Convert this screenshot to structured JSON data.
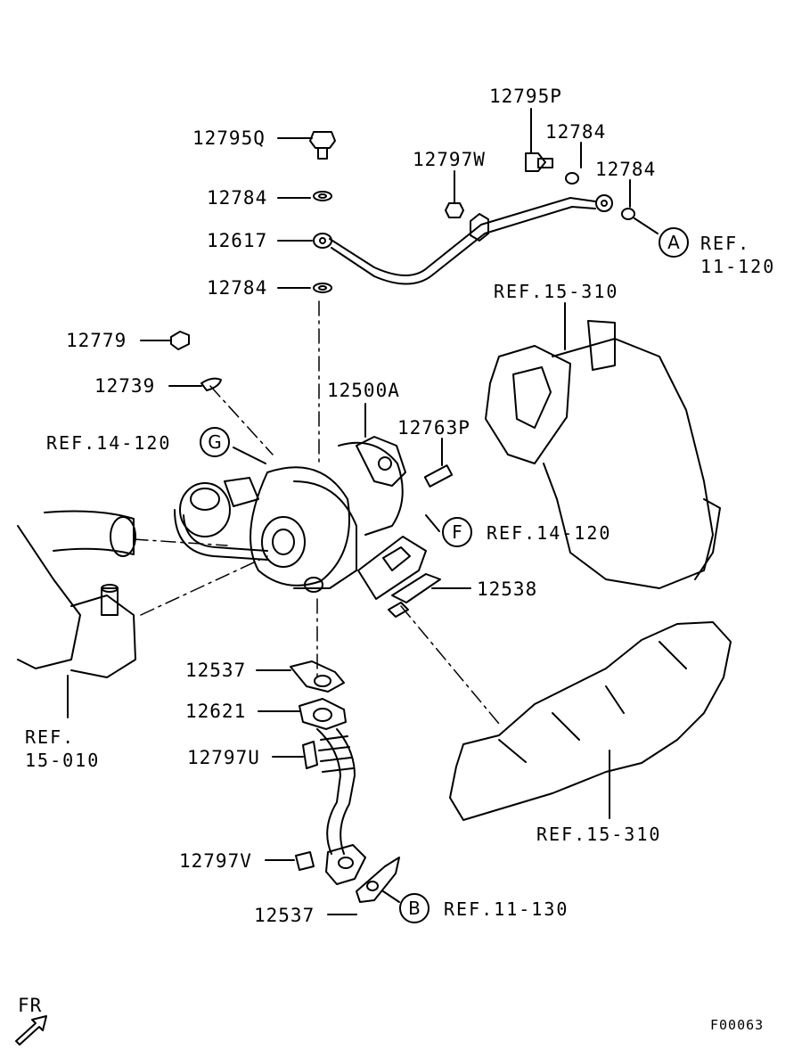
{
  "parts": [
    {
      "id": "p1",
      "text": "12795P"
    },
    {
      "id": "p2",
      "text": "12784"
    },
    {
      "id": "p3",
      "text": "12795Q"
    },
    {
      "id": "p4",
      "text": "12797W"
    },
    {
      "id": "p5",
      "text": "12784"
    },
    {
      "id": "p6",
      "text": "12784"
    },
    {
      "id": "p7",
      "text": "12617"
    },
    {
      "id": "p8",
      "text": "12784"
    },
    {
      "id": "p9",
      "text": "12779"
    },
    {
      "id": "p10",
      "text": "12739"
    },
    {
      "id": "p11",
      "text": "12500A"
    },
    {
      "id": "p12",
      "text": "12763P"
    },
    {
      "id": "p13",
      "text": "12538"
    },
    {
      "id": "p14",
      "text": "12537"
    },
    {
      "id": "p15",
      "text": "12621"
    },
    {
      "id": "p16",
      "text": "12797U"
    },
    {
      "id": "p17",
      "text": "12797V"
    },
    {
      "id": "p18",
      "text": "12537"
    }
  ],
  "refs": {
    "ref_a_1": "REF.",
    "ref_a_2": "11-120",
    "ref_15_310_top": "REF.15-310",
    "ref_g": "REF.14-120",
    "ref_f": "REF.14-120",
    "ref_15_010_1": "REF.",
    "ref_15_010_2": "15-010",
    "ref_15_310_bottom": "REF.15-310",
    "ref_b": "REF.11-130"
  },
  "circles": {
    "a": "A",
    "g": "G",
    "f": "F",
    "b": "B"
  },
  "footer": {
    "fr": "FR",
    "code": "F00063"
  }
}
